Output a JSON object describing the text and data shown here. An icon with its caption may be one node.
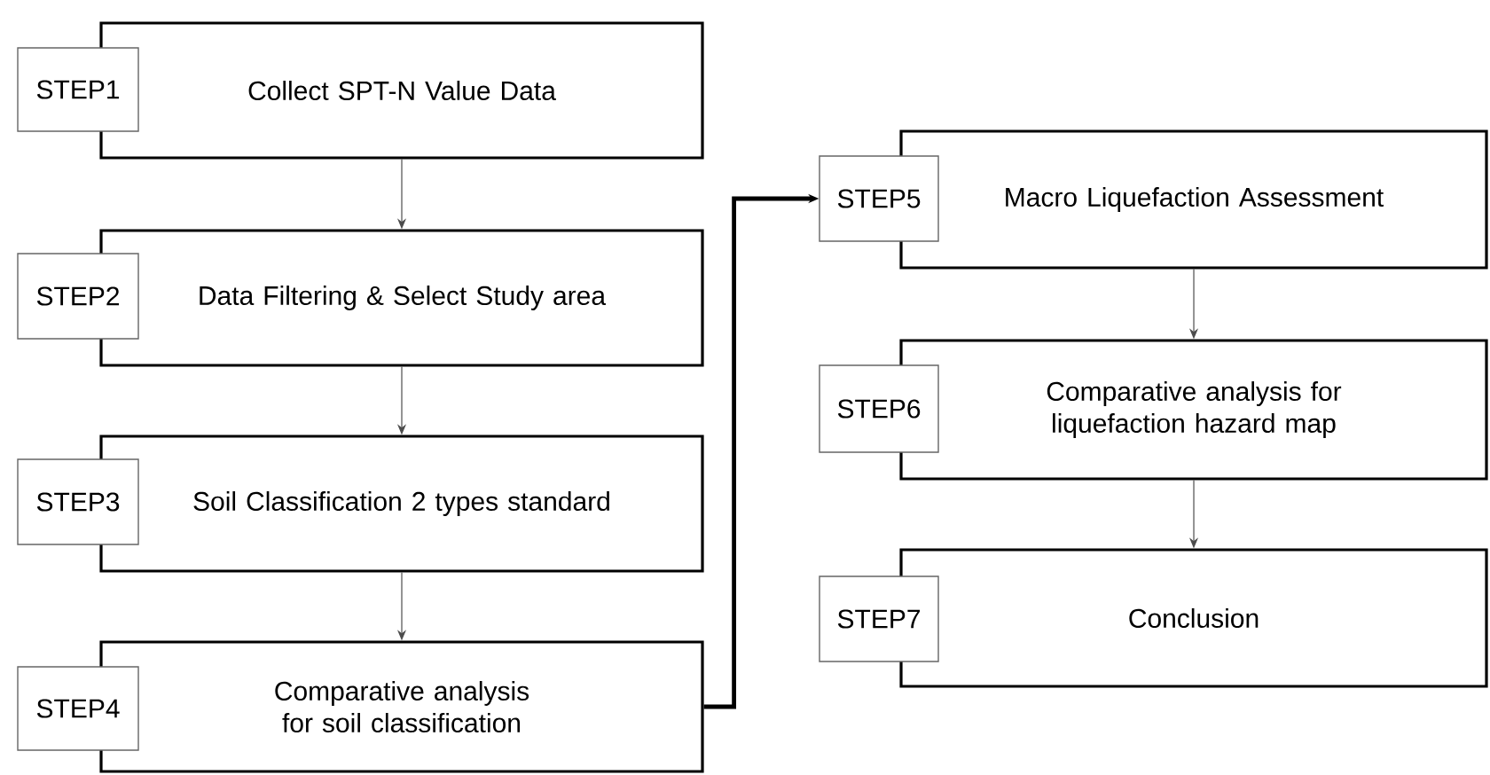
{
  "diagram": {
    "nodes": [
      {
        "text": [
          "STEP1"
        ]
      },
      {
        "text": [
          "Collect SPT-N Value Data"
        ]
      },
      {
        "text": [
          "STEP2"
        ]
      },
      {
        "text": [
          "Data Filtering & Select Study area"
        ]
      },
      {
        "text": [
          "STEP3"
        ]
      },
      {
        "text": [
          "Soil Classification 2 types standard"
        ]
      },
      {
        "text": [
          "STEP4"
        ]
      },
      {
        "text": [
          "Comparative analysis for soil classification"
        ]
      },
      {
        "text": [
          "STEP5"
        ]
      },
      {
        "text": [
          "Macro Liquefaction Assessment"
        ]
      },
      {
        "text": [
          "STEP6"
        ]
      },
      {
        "text": [
          "Comparative analysis for liquefaction hazard map"
        ]
      },
      {
        "text": [
          "STEP7"
        ]
      },
      {
        "text": [
          "Conclusion"
        ]
      }
    ],
    "edges": [
      {
        "from": 1,
        "to": 3,
        "arrow": "to"
      },
      {
        "from": 3,
        "to": 5,
        "arrow": "to"
      },
      {
        "from": 5,
        "to": 7,
        "arrow": "to"
      },
      {
        "from": 7,
        "to": 8,
        "arrow": "to",
        "style": "thick"
      },
      {
        "from": 9,
        "to": 11,
        "arrow": "to"
      },
      {
        "from": 11,
        "to": 13,
        "arrow": "to"
      }
    ]
  }
}
